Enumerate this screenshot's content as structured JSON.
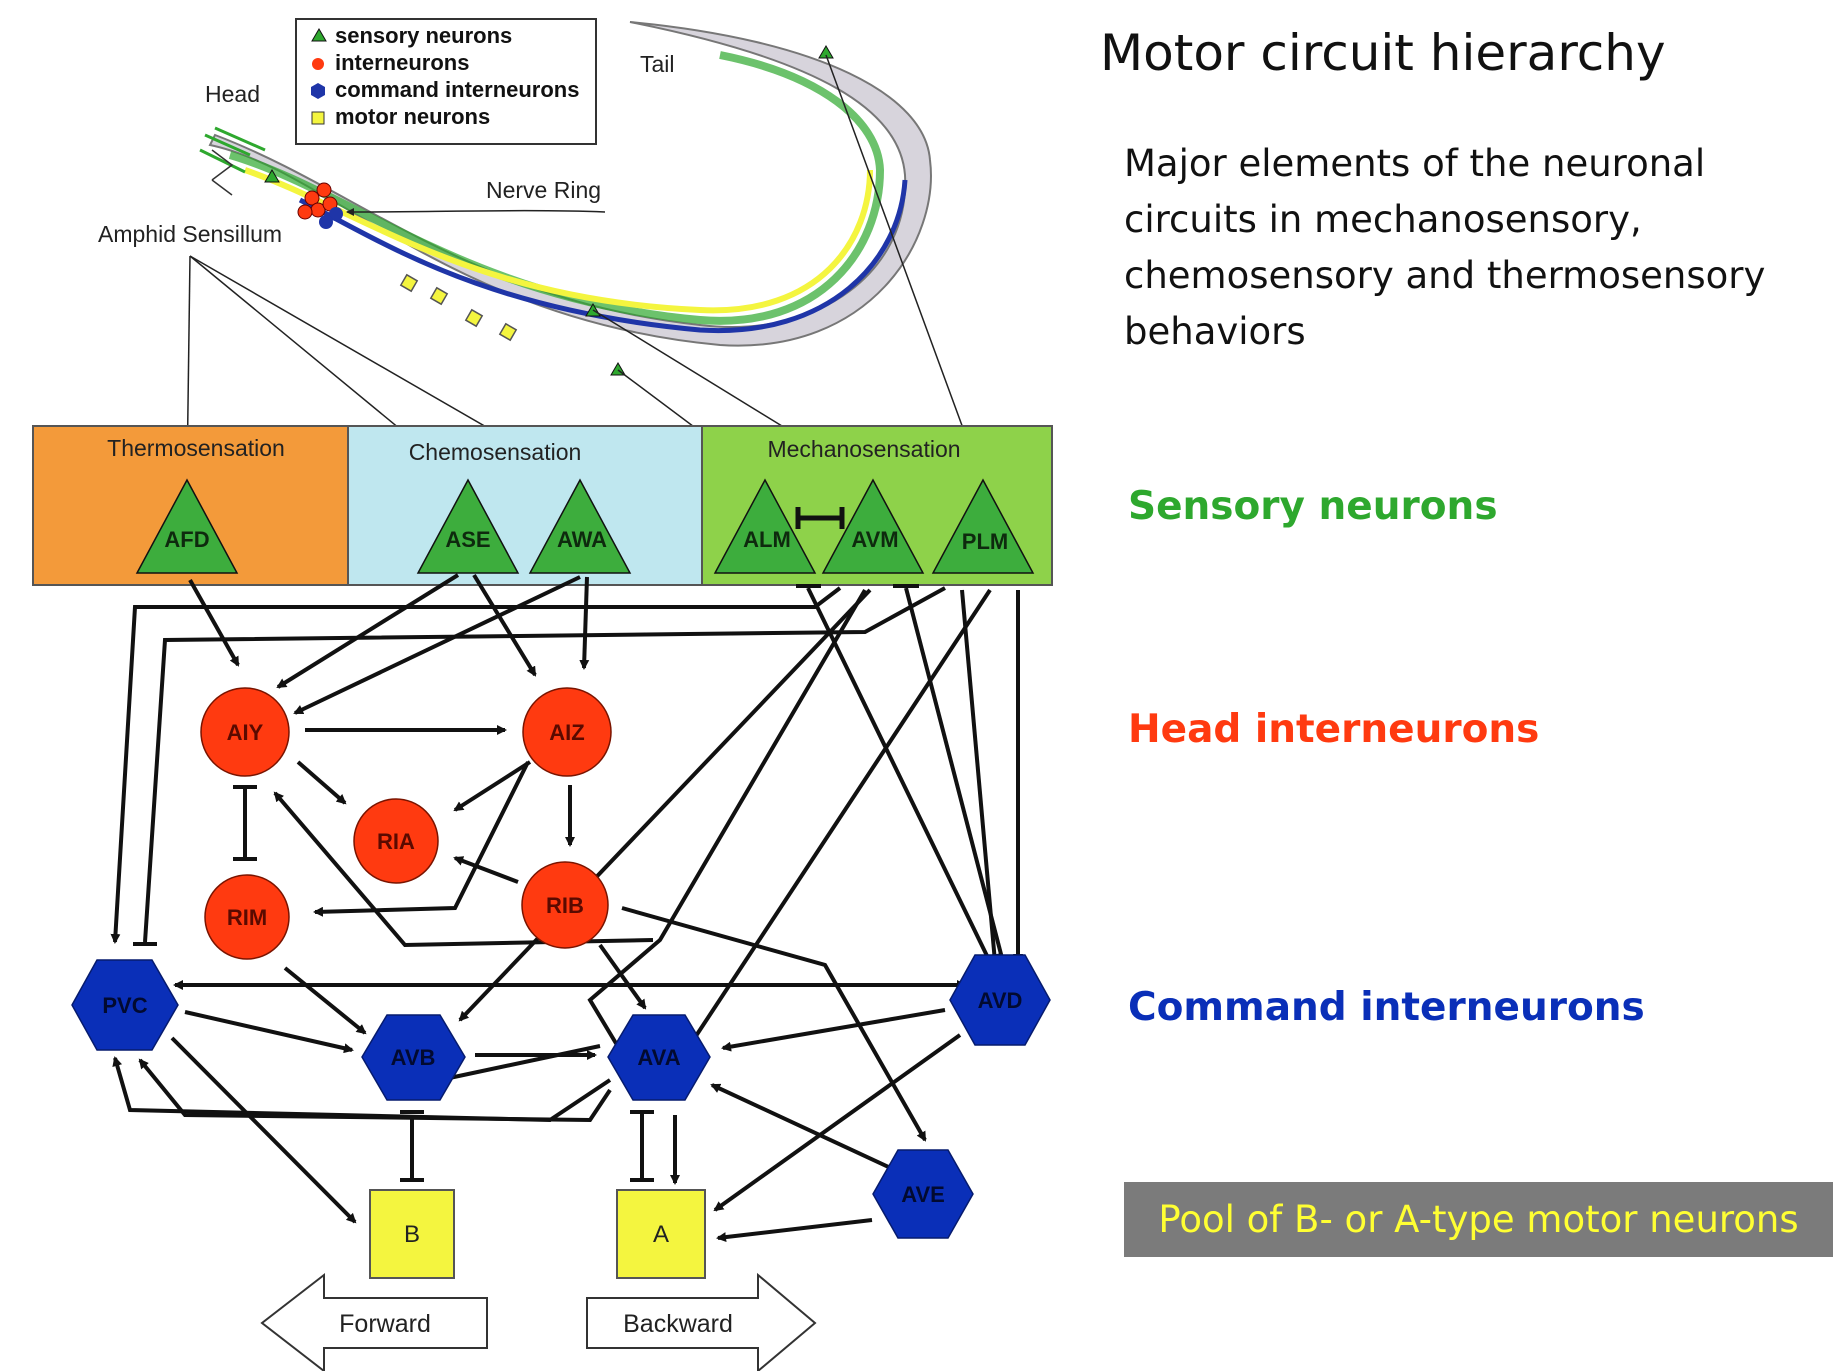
{
  "panel": {
    "title": "Motor circuit hierarchy",
    "description": "Major elements of the neuronal circuits in mechanosensory, chemosensory and thermosensory behaviors"
  },
  "levels": {
    "sensory": "Sensory neurons",
    "head": "Head interneurons",
    "command": "Command interneurons",
    "motor_pool": "Pool of B- or A-type motor neurons"
  },
  "worm": {
    "legend": [
      "sensory neurons",
      "interneurons",
      "command interneurons",
      "motor neurons"
    ],
    "head_label": "Head",
    "tail_label": "Tail",
    "nerve_ring_label": "Nerve Ring",
    "amphid_label": "Amphid Sensillum"
  },
  "modalities": {
    "thermo": "Thermosensation",
    "chemo": "Chemosensation",
    "mechano": "Mechanosensation"
  },
  "neurons": {
    "sensory": [
      "AFD",
      "ASE",
      "AWA",
      "ALM",
      "AVM",
      "PLM"
    ],
    "head_interneurons": [
      "AIY",
      "AIZ",
      "RIA",
      "RIM",
      "RIB"
    ],
    "command_interneurons": [
      "PVC",
      "AVD",
      "AVB",
      "AVA",
      "AVE"
    ],
    "motor_neurons": [
      "B",
      "A"
    ]
  },
  "outputs": {
    "forward": "Forward",
    "backward": "Backward"
  },
  "colors": {
    "sensory_green": "#2ea82e",
    "interneuron_red": "#ff3a10",
    "command_blue": "#0a2fb8",
    "motor_yellow": "#f4f53f",
    "thermo_bg": "#f39a3a",
    "chemo_bg": "#bfe7ef",
    "mechano_bg": "#8ed24a"
  }
}
